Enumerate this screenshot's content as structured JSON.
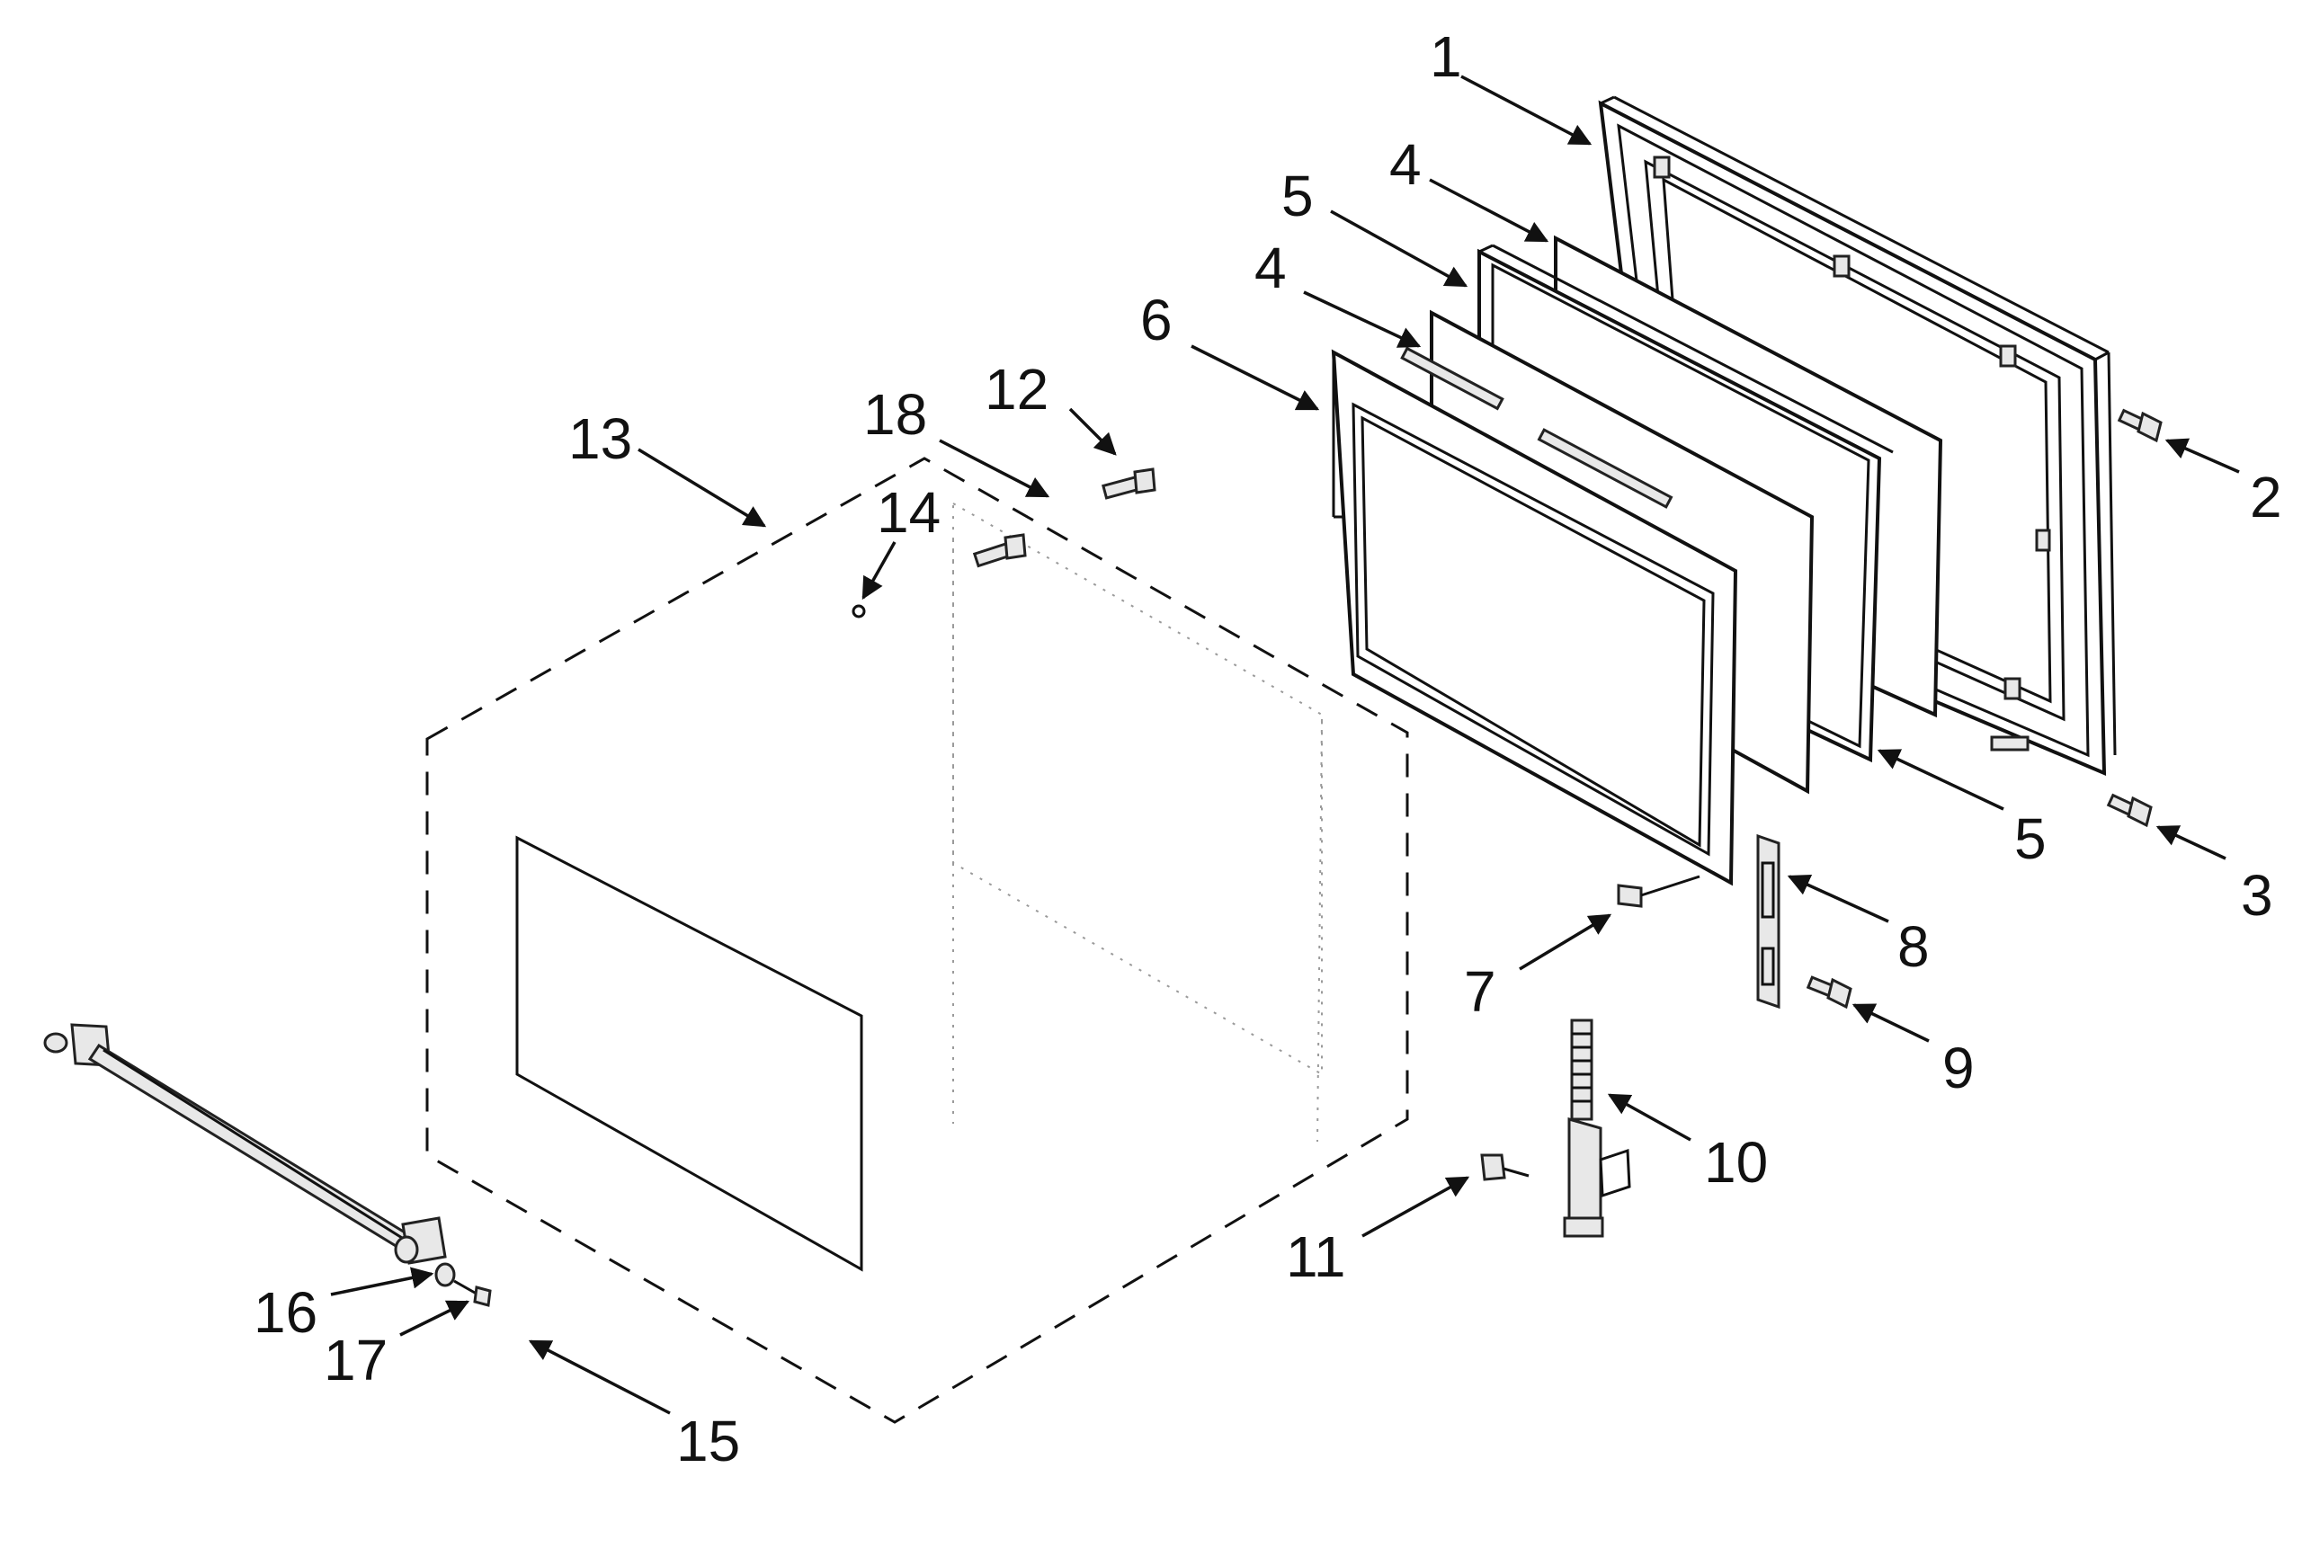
{
  "diagram": {
    "callouts": [
      {
        "id": "c1",
        "label": "1"
      },
      {
        "id": "c2",
        "label": "2"
      },
      {
        "id": "c3",
        "label": "3"
      },
      {
        "id": "c4a",
        "label": "4"
      },
      {
        "id": "c4b",
        "label": "4"
      },
      {
        "id": "c5a",
        "label": "5"
      },
      {
        "id": "c5b",
        "label": "5"
      },
      {
        "id": "c6",
        "label": "6"
      },
      {
        "id": "c7",
        "label": "7"
      },
      {
        "id": "c8",
        "label": "8"
      },
      {
        "id": "c9",
        "label": "9"
      },
      {
        "id": "c10",
        "label": "10"
      },
      {
        "id": "c11",
        "label": "11"
      },
      {
        "id": "c12",
        "label": "12"
      },
      {
        "id": "c13",
        "label": "13"
      },
      {
        "id": "c14",
        "label": "14"
      },
      {
        "id": "c15",
        "label": "15"
      },
      {
        "id": "c16",
        "label": "16"
      },
      {
        "id": "c17",
        "label": "17"
      },
      {
        "id": "c18",
        "label": "18"
      }
    ],
    "line_color": "#111111",
    "background_color": "#ffffff"
  }
}
